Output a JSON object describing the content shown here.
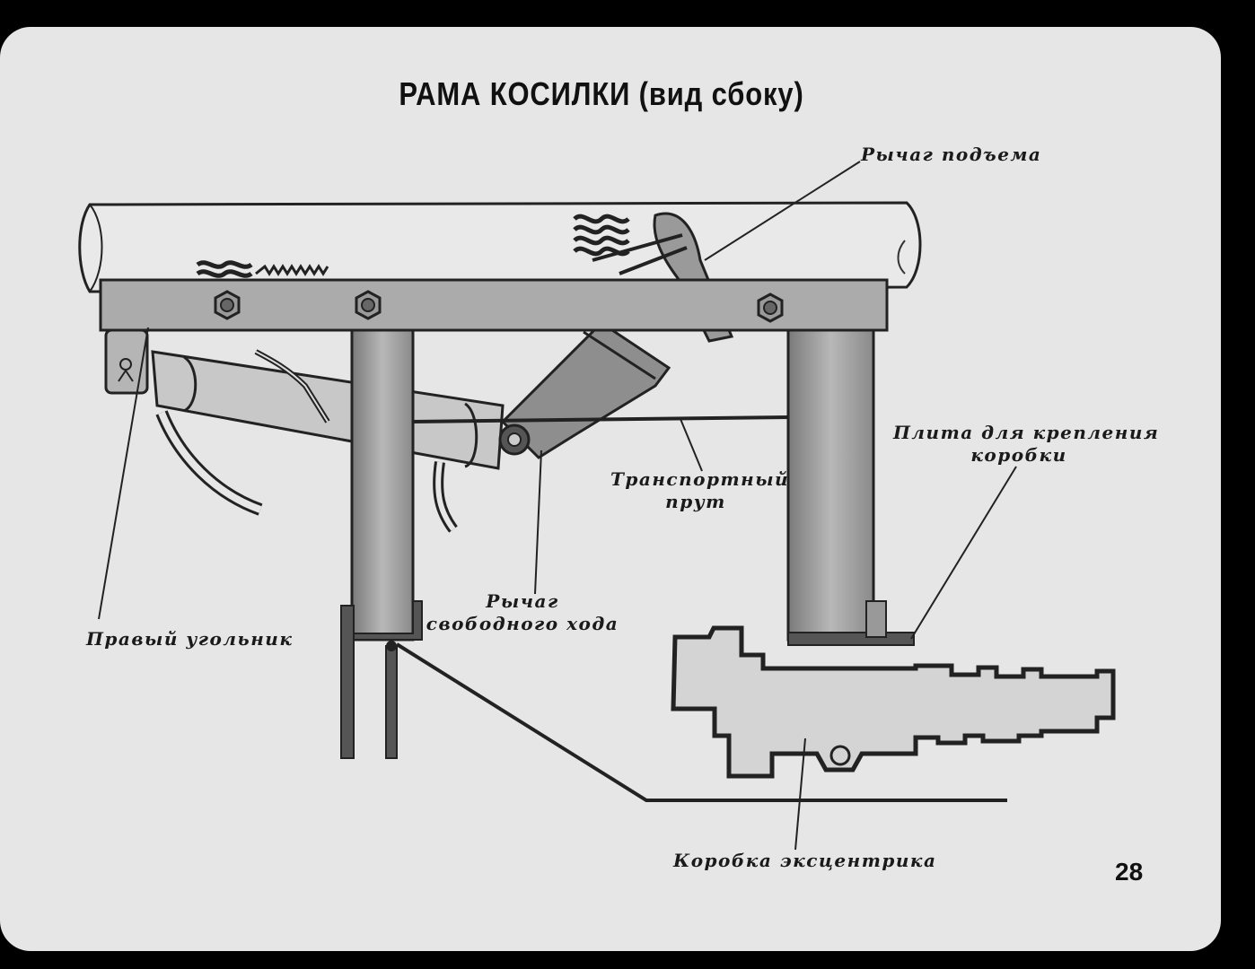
{
  "title": "РАМА КОСИЛКИ (вид сбоку)",
  "labels": {
    "lift_lever": "Рычаг подъема",
    "plate_line1": "Плита для крепления",
    "plate_line2": "коробки",
    "transport_rod_line1": "Транспортный",
    "transport_rod_line2": "прут",
    "freewheel_lever_line1": "Рычаг",
    "freewheel_lever_line2": "свободного хода",
    "right_angle": "Правый угольник",
    "eccentric_box": "Коробка эксцентрика"
  },
  "page_number": "28",
  "colors": {
    "slide_background": "#e6e6e6",
    "outer_background": "#000000",
    "ink": "#1a1a1a",
    "frame_fill": "#a9a9a9"
  }
}
